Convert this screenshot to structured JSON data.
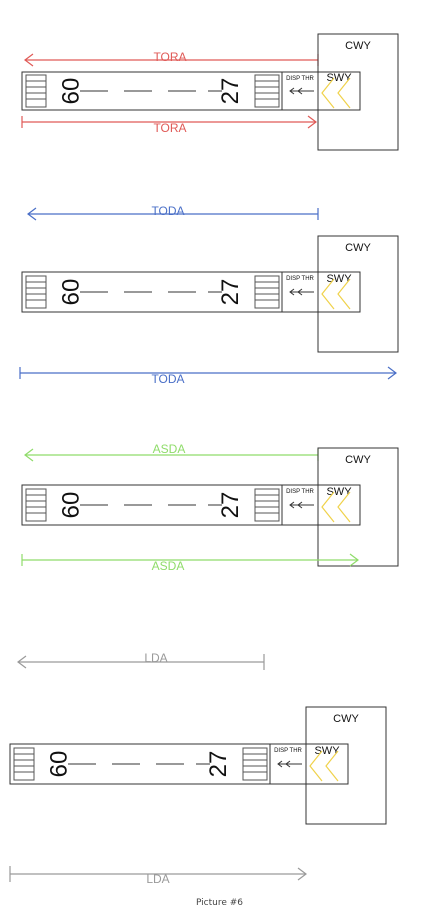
{
  "colors": {
    "tora": "#e05a57",
    "toda": "#4a6fc7",
    "asda": "#8fdc6a",
    "lda": "#9a9a9a",
    "runway": "#333333",
    "chevron": "#f0d24a"
  },
  "labels": {
    "runway_left": "09",
    "runway_right": "27",
    "displaced_threshold": "DISP THR",
    "stopway": "SWY",
    "clearway": "CWY"
  },
  "diagrams": [
    {
      "id": "tora",
      "top_label": "TORA",
      "bottom_label": "TORA"
    },
    {
      "id": "toda",
      "top_label": "TODA",
      "bottom_label": "TODA"
    },
    {
      "id": "asda",
      "top_label": "ASDA",
      "bottom_label": "ASDA"
    },
    {
      "id": "lda",
      "top_label": "LDA",
      "bottom_label": "LDA"
    }
  ],
  "caption": "Picture #6"
}
